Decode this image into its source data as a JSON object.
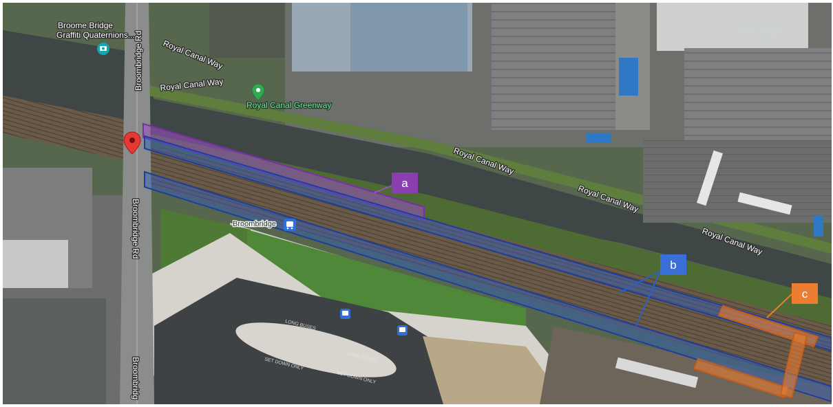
{
  "map": {
    "labels": {
      "broome_bridge": "Broome Bridge",
      "graffiti": "Graffiti Quaternions...",
      "broombridge_rd_top": "Broombridge Rd",
      "broombridge_rd_mid": "Broombridge Rd",
      "broombridge_rd_bottom": "Broombridg",
      "royal_canal_way_1": "Royal Canal Way",
      "royal_canal_way_2": "Royal Canal Way",
      "royal_canal_way_3": "Royal Canal Way",
      "royal_canal_way_4": "Royal Canal Way",
      "royal_canal_way_5": "Royal Canal Way",
      "royal_canal_greenway": "Royal Canal Greenway",
      "broombridge_station": "Broombridge",
      "copyright": "2022 Google",
      "road_marking_1": "LONG BUSES",
      "road_marking_2": "LONG BUSES",
      "road_marking_3": "SET DOWN ONLY",
      "road_marking_4": "SET DOWN ONLY"
    },
    "callouts": {
      "a": {
        "label": "a",
        "color": "#8b3fae"
      },
      "b": {
        "label": "b",
        "color": "#3a6fd8"
      },
      "c": {
        "label": "c",
        "color": "#ed7d31"
      }
    },
    "icons": [
      "location-pin-icon",
      "camera-pin-icon",
      "green-pin-icon",
      "train-station-icon",
      "bus-stop-icon"
    ]
  }
}
